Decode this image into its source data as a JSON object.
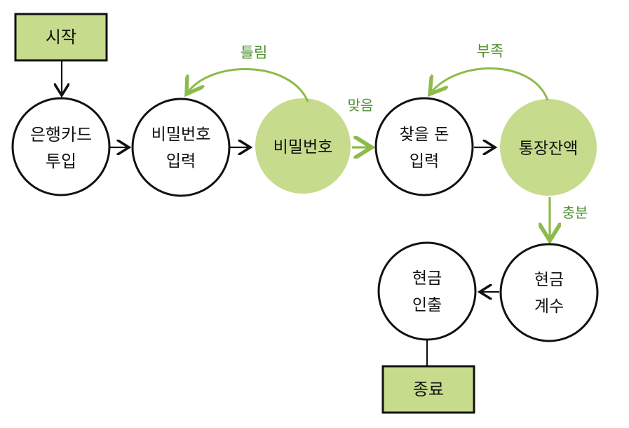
{
  "colors": {
    "green_fill": "#c7db8c",
    "green_line": "#8dbb4a",
    "black_line": "#111111",
    "white_fill": "#ffffff"
  },
  "nodes": {
    "start": {
      "text": "시작"
    },
    "card_insert": {
      "line1": "은행카드",
      "line2": "투입"
    },
    "password_input": {
      "line1": "비밀번호",
      "line2": "입력"
    },
    "password_check": {
      "text": "비밀번호"
    },
    "withdraw_amount": {
      "line1": "찾을 돈",
      "line2": "입력"
    },
    "balance_check": {
      "text": "통장잔액"
    },
    "cash_count": {
      "line1": "현금",
      "line2": "계수"
    },
    "cash_withdraw": {
      "line1": "현금",
      "line2": "인출"
    },
    "end": {
      "text": "종료"
    }
  },
  "labels": {
    "wrong": "틀림",
    "correct": "맞음",
    "insufficient": "부족",
    "sufficient": "충분"
  }
}
